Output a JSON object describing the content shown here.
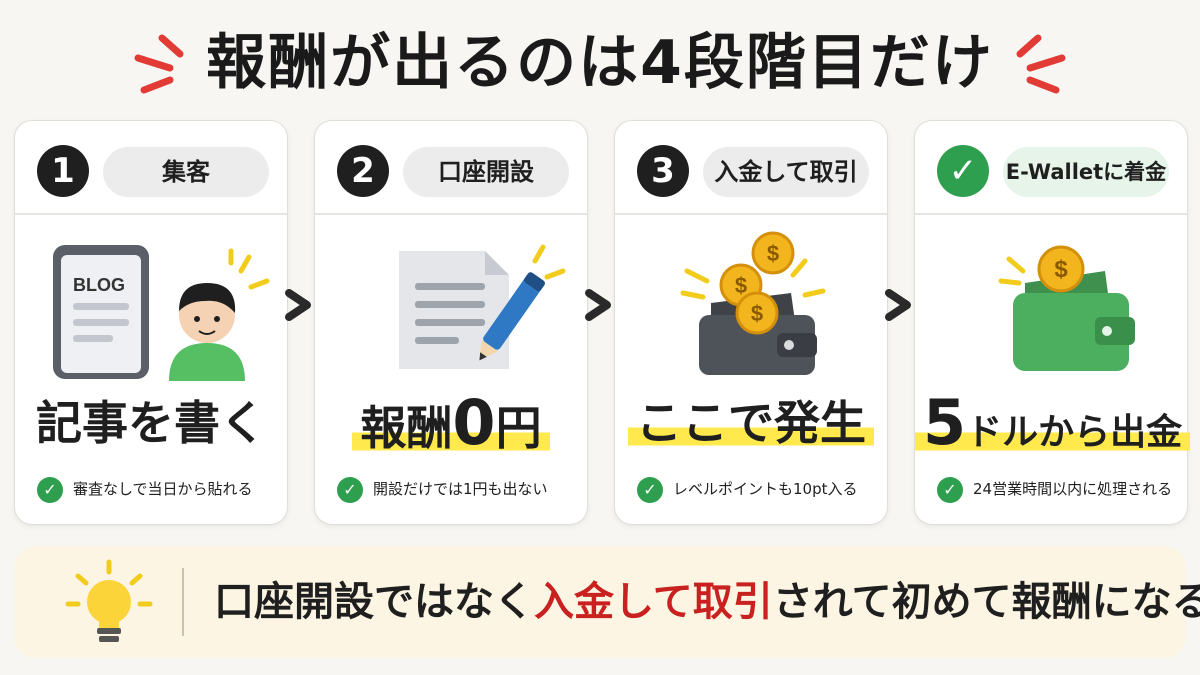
{
  "title": "報酬が出るのは4段階目だけ",
  "steps": [
    {
      "badge": "1",
      "label": "集客",
      "headline": "記事を書く",
      "note": "審査なしで当日から貼れる",
      "illus_text": "BLOG"
    },
    {
      "badge": "2",
      "label": "口座開設",
      "headline_prefix": "報酬",
      "headline_num": "0",
      "headline_suffix": "円",
      "note": "開設だけでは1円も出ない"
    },
    {
      "badge": "3",
      "label": "入金して取引",
      "headline": "ここで発生",
      "note": "レベルポイントも10pt入る"
    },
    {
      "badge": "✓",
      "label": "E-Walletに着金",
      "headline_num": "5",
      "headline_suffix": "ドルから出金",
      "note": "24営業時間以内に処理される"
    }
  ],
  "banner": {
    "before": "口座開設ではなく",
    "highlight": "入金して取引",
    "after": "されて初めて報酬になる"
  },
  "colors": {
    "accent_red": "#c8211f",
    "check_green": "#2e9e4f",
    "highlight_yellow": "#ffe94d",
    "coin_gold": "#f2b51d",
    "wallet_green": "#4caf5f"
  },
  "icons": [
    "burst-icon",
    "phone-blog-icon",
    "person-icon",
    "document-pen-icon",
    "wallet-coins-icon",
    "green-wallet-coin-icon",
    "arrow-right-icon",
    "check-icon",
    "lightbulb-icon"
  ]
}
